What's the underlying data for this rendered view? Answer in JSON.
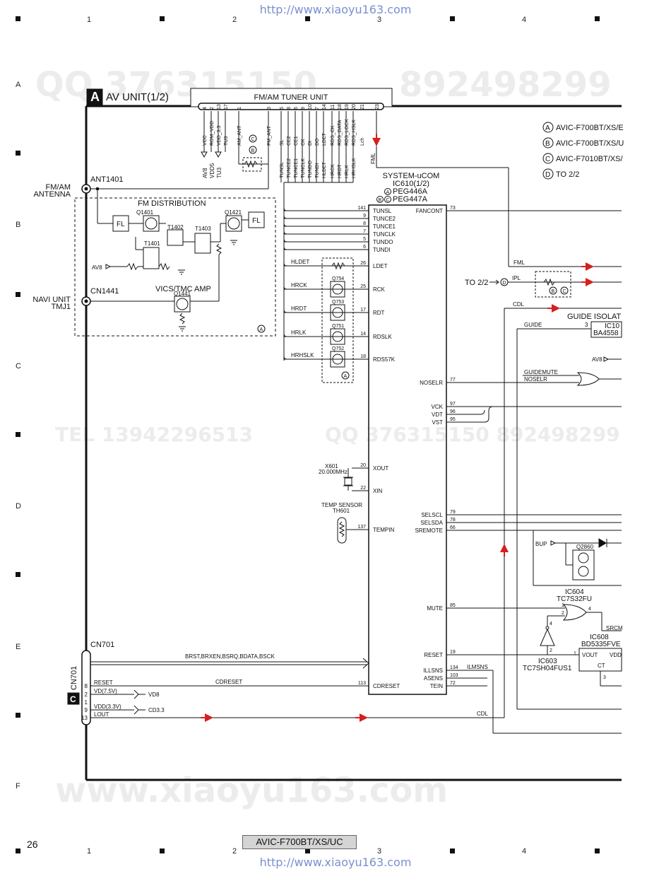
{
  "url": "http://www.xiaoyu163.com",
  "column_markers": [
    "1",
    "2",
    "3",
    "4"
  ],
  "row_markers": [
    "A",
    "B",
    "C",
    "D",
    "E",
    "F"
  ],
  "watermarks": [
    "QQ 376315150",
    "892498299",
    "TEL 13942296513",
    "QQ 376315150 892498299",
    "www.xiaoyu163.com"
  ],
  "section": {
    "letter": "A",
    "title": "AV UNIT(1/2)"
  },
  "tuner": {
    "title": "FM/AM TUNER UNIT",
    "pins": [
      {
        "num": "4",
        "name": "VCC"
      },
      {
        "num": "2",
        "name": "ROM_VDD"
      },
      {
        "num": "13",
        "name": "VDD_3.3"
      },
      {
        "num": "17",
        "name": "TU3"
      },
      {
        "num": "1",
        "name": "AM_ANT"
      },
      {
        "num": "3",
        "name": "FM_ANT"
      },
      {
        "num": "5",
        "name": "SL"
      },
      {
        "num": "8",
        "name": "CE2"
      },
      {
        "num": "6",
        "name": "CE1"
      },
      {
        "num": "9",
        "name": "CK"
      },
      {
        "num": "10",
        "name": "DI"
      },
      {
        "num": "7",
        "name": "DO"
      },
      {
        "num": "14",
        "name": "LDET"
      },
      {
        "num": "11",
        "name": "RDS_CK"
      },
      {
        "num": "18",
        "name": "RDS_DATA"
      },
      {
        "num": "19",
        "name": "RDS_LOCK"
      },
      {
        "num": "20",
        "name": "RDS_HSLK"
      },
      {
        "num": "21",
        "name": "Lch"
      },
      {
        "num": "23",
        "name": ""
      }
    ],
    "supply_labels": [
      "AV8",
      "VDD5",
      "TU3"
    ],
    "bus_labels": [
      "TUNSL",
      "TUNCE2",
      "TUNCE1",
      "TUNCLK",
      "TUNDO",
      "TUNDI",
      "HLDET",
      "HRCK",
      "HRDT",
      "HRLK",
      "HRHSLK"
    ],
    "fml": "FML"
  },
  "legend": [
    {
      "key": "A",
      "text": "AVIC-F700BT/XS/E"
    },
    {
      "key": "B",
      "text": "AVIC-F700BT/XS/U"
    },
    {
      "key": "C",
      "text": "AVIC-F7010BT/XS/"
    },
    {
      "key": "D",
      "text": "TO 2/2"
    }
  ],
  "ic610": {
    "title": "SYSTEM-uCOM",
    "ref": "IC610(1/2)",
    "parts": [
      {
        "key": "A",
        "text": "PEG446A"
      },
      {
        "key": "B",
        "key2": "C",
        "text": "PEG447A"
      }
    ],
    "left_pins": [
      {
        "num": "141",
        "name": "TUNSL"
      },
      {
        "num": "9",
        "name": "TUNCE2"
      },
      {
        "num": "8",
        "name": "TUNCE1"
      },
      {
        "num": "7",
        "name": "TUNCLK"
      },
      {
        "num": "5",
        "name": "TUNDO"
      },
      {
        "num": "6",
        "name": "TUNDI"
      },
      {
        "num": "26",
        "name": "LDET"
      },
      {
        "num": "25",
        "name": "RCK"
      },
      {
        "num": "17",
        "name": "RDT"
      },
      {
        "num": "14",
        "name": "RDSLK"
      },
      {
        "num": "18",
        "name": "RDS57K"
      },
      {
        "num": "20",
        "name": "XOUT"
      },
      {
        "num": "22",
        "name": "XIN"
      },
      {
        "num": "137",
        "name": "TEMPIN"
      },
      {
        "num": "113",
        "name": "CDRESET"
      }
    ],
    "right_pins": [
      {
        "num": "73",
        "name": "FANCONT"
      },
      {
        "num": "77",
        "name": "NOSELR"
      },
      {
        "num": "97",
        "name": "VCK"
      },
      {
        "num": "96",
        "name": "VDT"
      },
      {
        "num": "95",
        "name": "VST"
      },
      {
        "num": "79",
        "name": "SELSCL"
      },
      {
        "num": "78",
        "name": "SELSDA"
      },
      {
        "num": "66",
        "name": "SREMOTE"
      },
      {
        "num": "85",
        "name": "MUTE"
      },
      {
        "num": "19",
        "name": "RESET"
      },
      {
        "num": "134",
        "name": "ILLSNS"
      },
      {
        "num": "103",
        "name": "ASENS"
      },
      {
        "num": "72",
        "name": "TEIN"
      }
    ]
  },
  "left_section": {
    "ant1401": "ANT1401",
    "fm_am_antenna": [
      "FM/AM",
      "ANTENNA"
    ],
    "fm_distribution": "FM DISTRIBUTION",
    "fl": "FL",
    "q1401": "Q1401",
    "q1421": "Q1421",
    "t1402": "T1402",
    "t1403": "T1403",
    "t1401": "T1401",
    "av8": "AV8",
    "cn1441": "CN1441",
    "navi_unit": [
      "NAVI UNIT",
      "TMJ1"
    ],
    "vics_amp": "VICS/TMC AMP",
    "q1441": "Q1441"
  },
  "rds": {
    "signals": [
      "HLDET",
      "HRCK",
      "HRDT",
      "HRLK",
      "HRHSLK"
    ],
    "transistors": [
      "Q754",
      "Q753",
      "Q751",
      "Q752"
    ]
  },
  "crystal": {
    "ref": "X601",
    "freq": "20.000MHz"
  },
  "temp": {
    "label": "TEMP SENSOR",
    "ref": "TH601"
  },
  "right_section": {
    "to22": "TO 2/2",
    "ipl": "IPL",
    "fml": "FML",
    "cdl": "CDL",
    "guide_isolat": "GUIDE ISOLAT",
    "ic10": "IC10",
    "ba4558": "BA4558",
    "guide": "GUIDE",
    "guide_pin": "3",
    "guidemute": "GUIDEMUTE",
    "noselr": "NOSELR",
    "av8": "AV8",
    "bup": "BUP",
    "q2860": "Q2860",
    "ic604": "IC604",
    "tc7s32fu": "TC7S32FU",
    "ic608": "IC608",
    "bd5335": "BD5335FVE",
    "srcm": "SRCM",
    "vout": "VOUT",
    "vdd": "VDD",
    "ct": "CT",
    "ic603": "IC603",
    "tc7sh04": "TC7SH04FUS1",
    "ilmsns": "ILMSNS",
    "gate_pins": [
      "1",
      "2",
      "4",
      "4",
      "2",
      "1",
      "3"
    ]
  },
  "cn701": {
    "ref": "CN701",
    "connector_letter": "C",
    "pins": [
      {
        "num": "8",
        "name": "RESET"
      },
      {
        "num": "2",
        "name": "VD(7.5V)"
      },
      {
        "num": "1",
        "name": ""
      },
      {
        "num": "9",
        "name": "VDD(3.3V)"
      },
      {
        "num": "13",
        "name": "LOUT"
      }
    ],
    "bus": "BRST,BRXEN,BSRQ,BDATA,BSCK",
    "cdreset": "CDRESET",
    "vd8": "VD8",
    "cd33": "CD3.3",
    "cdl": "CDL"
  },
  "page_number": "26",
  "model": "AVIC-F700BT/XS/UC"
}
